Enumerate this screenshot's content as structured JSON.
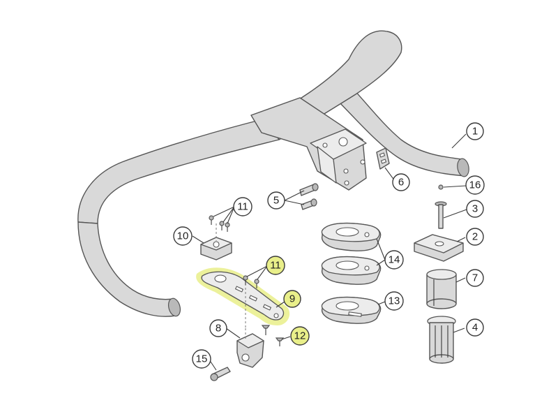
{
  "diagram": {
    "callouts": [
      {
        "id": "c1",
        "label": "1",
        "highlight": false
      },
      {
        "id": "c2",
        "label": "2",
        "highlight": false
      },
      {
        "id": "c3",
        "label": "3",
        "highlight": false
      },
      {
        "id": "c4",
        "label": "4",
        "highlight": false
      },
      {
        "id": "c5",
        "label": "5",
        "highlight": false
      },
      {
        "id": "c6",
        "label": "6",
        "highlight": false
      },
      {
        "id": "c7",
        "label": "7",
        "highlight": false
      },
      {
        "id": "c8",
        "label": "8",
        "highlight": false
      },
      {
        "id": "c9",
        "label": "9",
        "highlight": true
      },
      {
        "id": "c10",
        "label": "10",
        "highlight": false
      },
      {
        "id": "c11a",
        "label": "11",
        "highlight": false
      },
      {
        "id": "c11b",
        "label": "11",
        "highlight": true
      },
      {
        "id": "c12",
        "label": "12",
        "highlight": true
      },
      {
        "id": "c13",
        "label": "13",
        "highlight": false
      },
      {
        "id": "c14",
        "label": "14",
        "highlight": false
      },
      {
        "id": "c15",
        "label": "15",
        "highlight": false
      },
      {
        "id": "c16",
        "label": "16",
        "highlight": false
      }
    ],
    "colors": {
      "highlight": "#e9ef8a",
      "part_fill": "#d9d9d9",
      "outline": "#555555"
    }
  }
}
